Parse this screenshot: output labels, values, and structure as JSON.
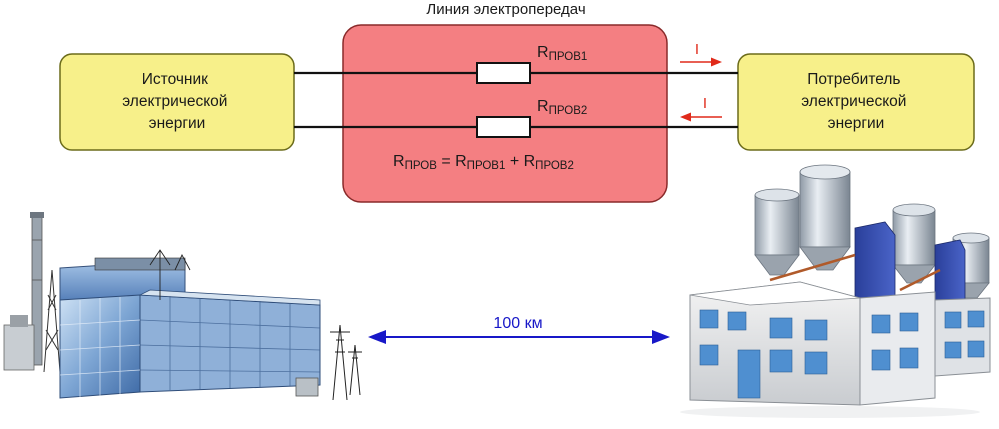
{
  "line": {
    "title": "Линия электропередач",
    "r1_main": "R",
    "r1_sub": "ПРОВ1",
    "r2_main": "R",
    "r2_sub": "ПРОВ2",
    "formula": {
      "a_main": "R",
      "a_sub": "ПРОВ",
      "eq": " = ",
      "b_main": "R",
      "b_sub": "ПРОВ1",
      "plus": " + ",
      "c_main": "R",
      "c_sub": "ПРОВ2"
    }
  },
  "source": {
    "lines": [
      "Источник",
      "электрической",
      "энергии"
    ]
  },
  "consumer": {
    "lines": [
      "Потребитель",
      "электрической",
      "энергии"
    ]
  },
  "currents": {
    "top": "I",
    "bottom": "I"
  },
  "distance": {
    "label": "100 км"
  },
  "colors": {
    "box_fill": "#f7f08a",
    "box_stroke": "#6b6b1a",
    "line_fill": "#f47f82",
    "line_stroke": "#8a2a2a",
    "current_arrow": "#e02a1a",
    "distance_arrow": "#1818c8",
    "text": "#1a1a1a"
  },
  "icons": {
    "power_plant": "power-plant-illustration",
    "factory": "factory-silos-illustration"
  }
}
